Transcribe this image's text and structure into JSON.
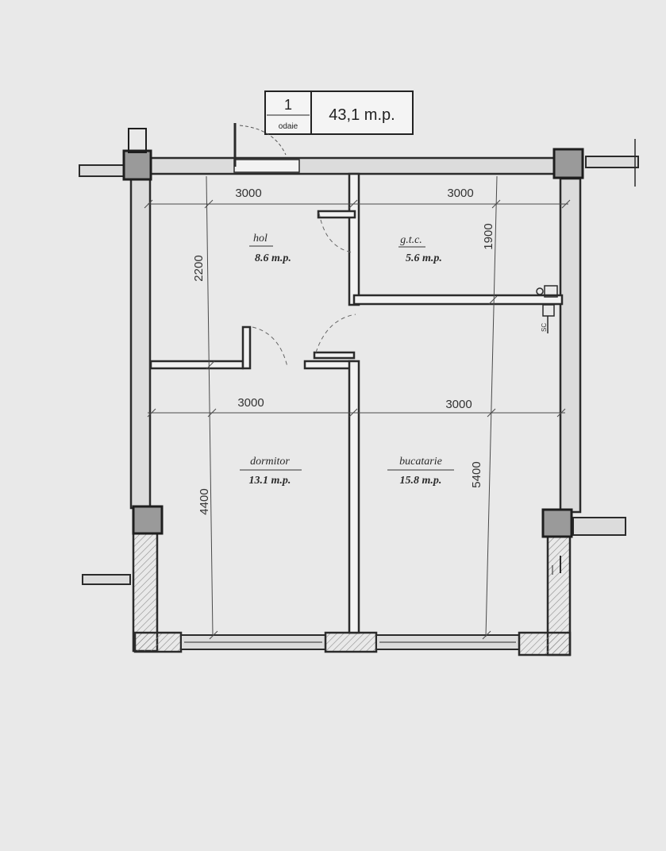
{
  "title_block": {
    "rooms_count": "1",
    "rooms_label": "odaie",
    "total_area": "43,1 m.p."
  },
  "rooms": {
    "hol": {
      "name": "hol",
      "area": "8.6 m.p."
    },
    "gtc": {
      "name": "g.t.c.",
      "area": "5.6 m.p."
    },
    "dormitor": {
      "name": "dormitor",
      "area": "13.1 m.p."
    },
    "bucatarie": {
      "name": "bucatarie",
      "area": "15.8 m.p."
    }
  },
  "dimensions": {
    "top_left": "3000",
    "top_right": "3000",
    "middle_left": "3000",
    "middle_right": "3000",
    "hol_height": "2200",
    "gtc_height": "1900",
    "dormitor_height": "4400",
    "bucatarie_height": "5400"
  },
  "colors": {
    "paper": "#e9e9e9",
    "wall": "#2b2b2b",
    "hatch": "#8a8a8a",
    "column_fill": "#9a9a9a"
  }
}
